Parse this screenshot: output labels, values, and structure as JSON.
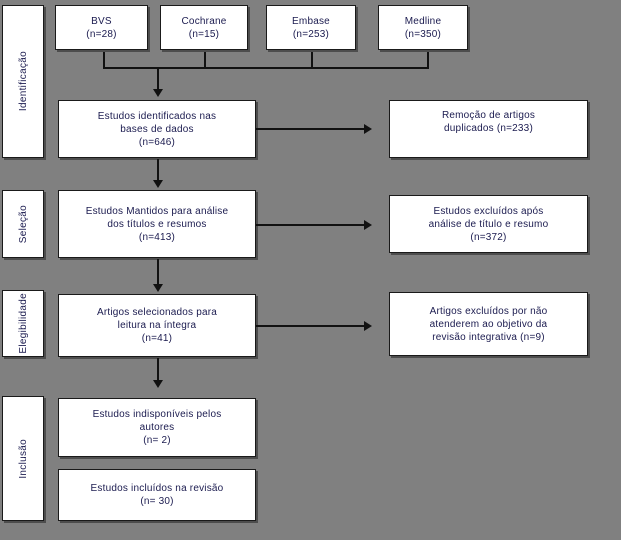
{
  "diagram": {
    "type": "prisma-flow-diagram",
    "background_color": "#808080",
    "box_fill_color": "#ffffff",
    "text_color": "#1b1b4f",
    "line_color": "#111111"
  },
  "stages": [
    {
      "label": "Identificação"
    },
    {
      "label": "Seleção"
    },
    {
      "label": "Elegibilidade"
    },
    {
      "label": "Inclusão"
    }
  ],
  "sources": [
    {
      "name": "BVS",
      "count_label": "(n=28)",
      "text": "BVS\n(n=28)"
    },
    {
      "name": "Cochrane",
      "count_label": "(n=15)",
      "text": "Cochrane\n(n=15)"
    },
    {
      "name": "Embase",
      "count_label": "(n=253)",
      "text": "Embase\n(n=253)"
    },
    {
      "name": "Medline",
      "count_label": "(n=350)",
      "text": "Medline\n(n=350)"
    }
  ],
  "main_flow": [
    {
      "id": "identificados",
      "text": "Estudos identificados nas\nbases de dados\n(n=646)",
      "count": 646
    },
    {
      "id": "mantidos",
      "text": "Estudos Mantidos para análise\ndos títulos e resumos\n(n=413)",
      "count": 413
    },
    {
      "id": "selecionados",
      "text": "Artigos selecionados para\nleitura na íntegra\n(n=41)",
      "count": 41
    },
    {
      "id": "indisponiveis",
      "text": "Estudos indisponíveis pelos\nautores\n(n= 2)",
      "count": 2
    },
    {
      "id": "incluidos",
      "text": "Estudos incluídos na revisão\n(n= 30)",
      "count": 30
    }
  ],
  "excluded_flow": [
    {
      "id": "duplicados",
      "text": "Remoção de artigos\nduplicados (n=233)",
      "count": 233
    },
    {
      "id": "excluidos-titulo-resumo",
      "text": "Estudos excluídos após\nanálise de título e resumo\n(n=372)",
      "count": 372
    },
    {
      "id": "excluidos-objetivo",
      "text": "Artigos excluídos por não\natenderem ao objetivo da\nrevisão integrativa (n=9)",
      "count": 9
    }
  ]
}
